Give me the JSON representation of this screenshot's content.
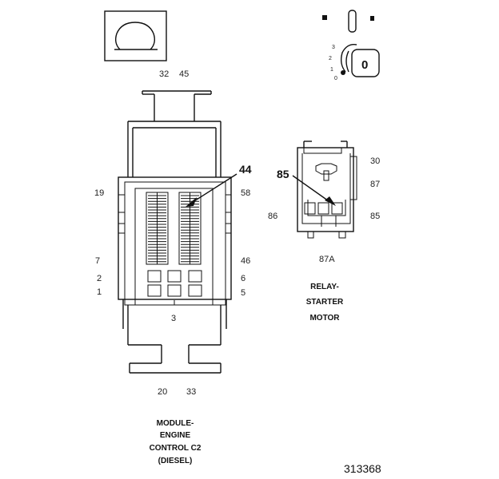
{
  "module_connector": {
    "pins_top": [
      "32",
      "45"
    ],
    "pins_left": [
      "19",
      "7",
      "2",
      "1"
    ],
    "pins_right": [
      "58",
      "46",
      "6",
      "5"
    ],
    "pin_bottom_center": "3",
    "pins_bottom": [
      "20",
      "33"
    ],
    "callout": "44",
    "caption": [
      "MODULE-",
      "ENGINE",
      "CONTROL C2",
      "(DIESEL)"
    ]
  },
  "relay": {
    "pins_right": [
      "30",
      "87",
      "85"
    ],
    "pin_left": "86",
    "pin_bottom": "87A",
    "callout": "85",
    "caption": [
      "RELAY-",
      "STARTER",
      "MOTOR"
    ]
  },
  "ignition_key": {
    "positions": [
      "3",
      "2",
      "1",
      "0"
    ],
    "key_label": "0"
  },
  "figure_id": "313368"
}
